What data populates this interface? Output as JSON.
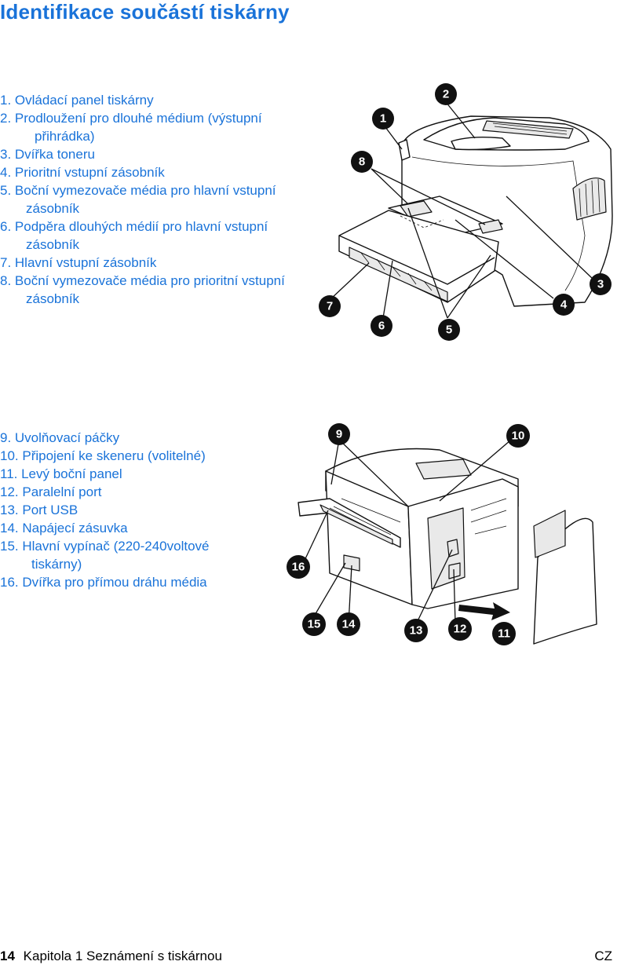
{
  "page": {
    "title": "Identifikace součástí tiskárny",
    "front_view": {
      "items": [
        {
          "lines": [
            "1. Ovládací panel tiskárny"
          ]
        },
        {
          "lines": [
            "2. Prodloužení pro dlouhé médium (výstupní",
            "přihrádka)"
          ]
        },
        {
          "lines": [
            "3. Dvířka toneru"
          ]
        },
        {
          "lines": [
            "4. Prioritní vstupní zásobník"
          ]
        },
        {
          "lines": [
            "5. Boční vymezovače média pro hlavní vstupní",
            "zásobník"
          ]
        },
        {
          "lines": [
            "6. Podpěra dlouhých médií pro hlavní vstupní",
            "zásobník"
          ]
        },
        {
          "lines": [
            "7. Hlavní vstupní zásobník"
          ]
        },
        {
          "lines": [
            "8. Boční vymezovače média pro prioritní vstupní",
            "zásobník"
          ]
        }
      ],
      "callouts": [
        "1",
        "2",
        "3",
        "4",
        "5",
        "6",
        "7",
        "8"
      ]
    },
    "rear_view": {
      "items": [
        {
          "lines": [
            "9. Uvolňovací páčky"
          ]
        },
        {
          "lines": [
            "10. Připojení ke skeneru (volitelné)"
          ]
        },
        {
          "lines": [
            "11. Levý boční panel"
          ]
        },
        {
          "lines": [
            "12. Paralelní port"
          ]
        },
        {
          "lines": [
            "13. Port USB"
          ]
        },
        {
          "lines": [
            "14. Napájecí zásuvka"
          ]
        },
        {
          "lines": [
            "15. Hlavní vypínač (220-240voltové",
            "tiskárny)"
          ]
        },
        {
          "lines": [
            "16. Dvířka pro přímou dráhu média"
          ]
        }
      ],
      "callouts": [
        "9",
        "10",
        "11",
        "12",
        "13",
        "14",
        "15",
        "16"
      ]
    },
    "footer": {
      "page_number": "14",
      "chapter": "Kapitola 1 Seznámení s tiskárnou",
      "lang": "CZ"
    },
    "colors": {
      "accent": "#1a73d9",
      "text": "#000000"
    }
  }
}
